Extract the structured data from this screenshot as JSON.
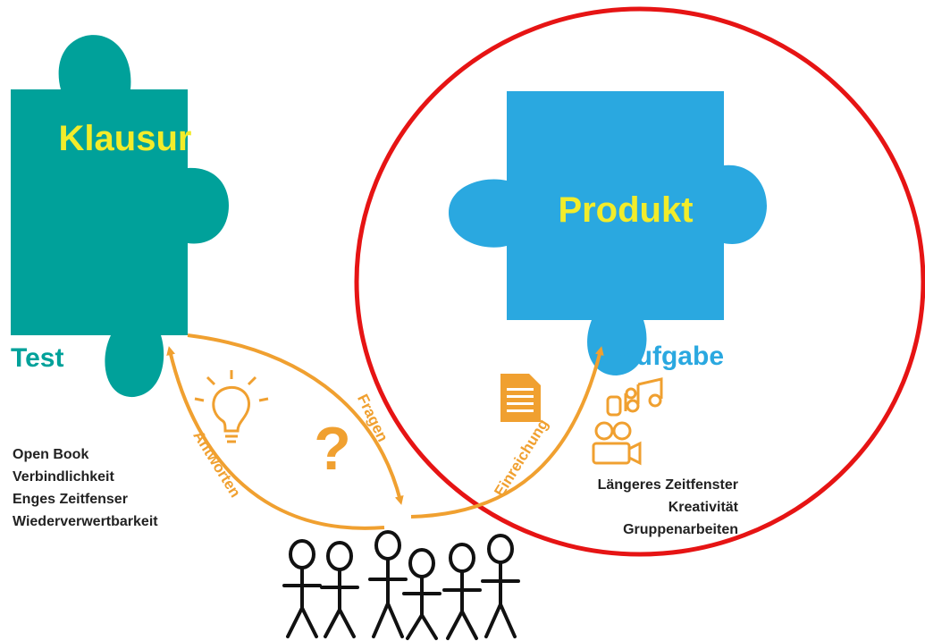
{
  "left_piece": {
    "title": "Klausur",
    "subtitle": "Test",
    "color": "#00a19a",
    "title_color": "#f2ec2a"
  },
  "right_piece": {
    "title": "Produkt",
    "subtitle": "Aufgabe",
    "color": "#2aa8e0",
    "title_color": "#f2ec2a"
  },
  "arrows": {
    "fragen": "Fragen",
    "antworten": "Antworten",
    "einreichung": "Einreichung",
    "color": "#f0a030"
  },
  "question_mark": "?",
  "left_list": [
    "Open Book",
    "Verbindlichkeit",
    "Enges Zeitfenser",
    "Wiederverwertbarkeit"
  ],
  "right_list": [
    "Längeres Zeitfenster",
    "Kreativität",
    "Gruppenarbeiten"
  ],
  "highlight_color": "#e61414",
  "icons": [
    "lightbulb-icon",
    "document-icon",
    "music-notes-icon",
    "video-camera-icon",
    "group-of-people-icon"
  ]
}
